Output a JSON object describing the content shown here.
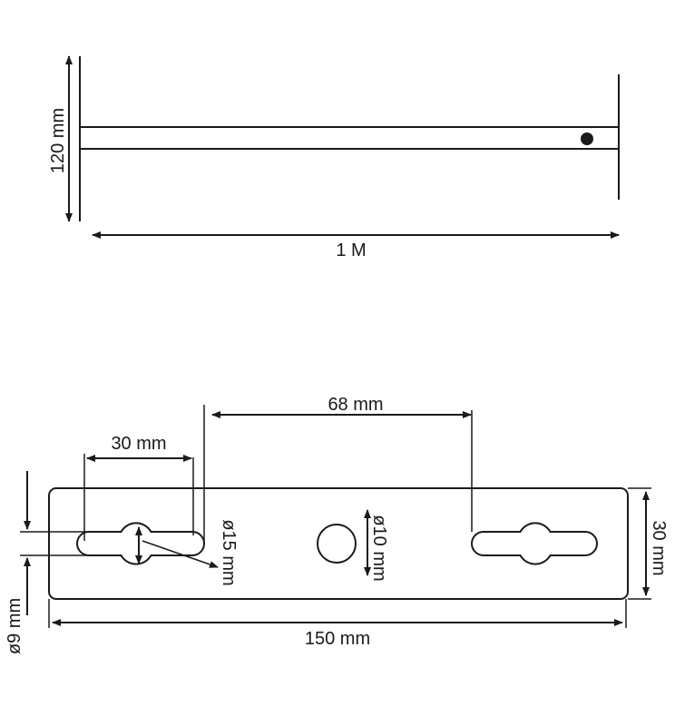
{
  "top_view": {
    "height_label": "120 mm",
    "length_label": "1 M"
  },
  "plate_view": {
    "spacing_label": "68 mm",
    "slot_length_label": "30 mm",
    "keyhole_diameter_label": "ø15 mm",
    "center_hole_label": "ø10 mm",
    "plate_height_label": "30 mm",
    "slot_width_label": "ø9 mm",
    "plate_width_label": "150 mm"
  },
  "colors": {
    "line": "#1a1a1a",
    "background": "#ffffff"
  }
}
